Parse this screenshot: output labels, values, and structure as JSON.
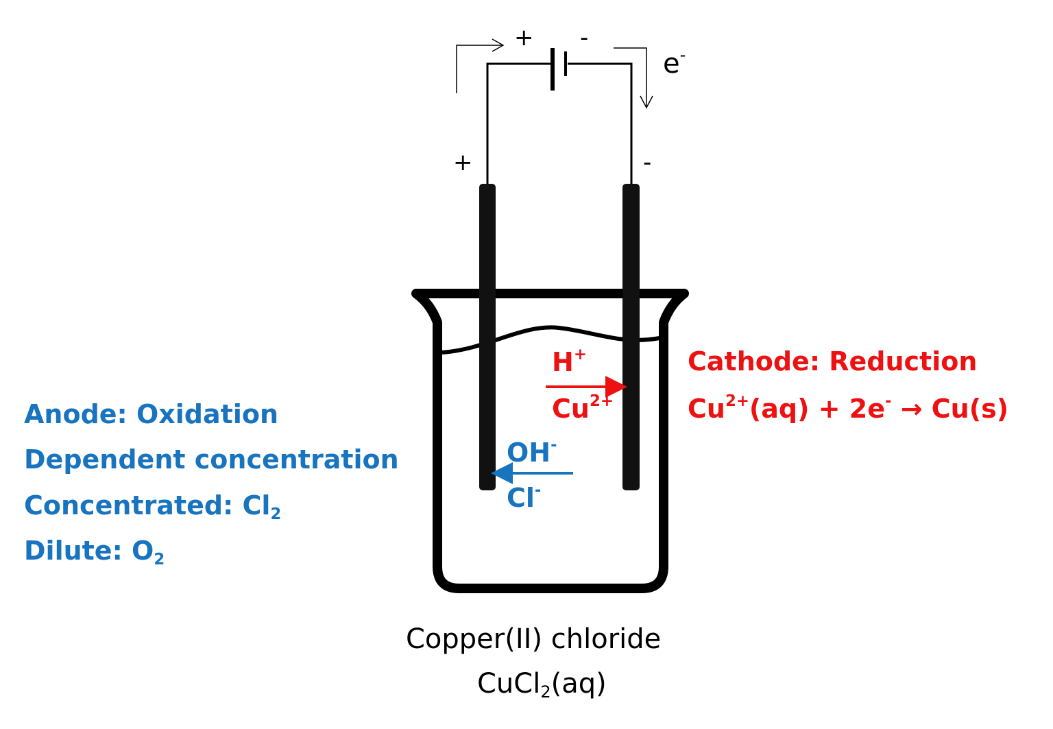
{
  "battery": {
    "plus": "+",
    "minus": "-"
  },
  "electron_label": {
    "base": "e",
    "sup": "-"
  },
  "electrodes": {
    "left_sign": "+",
    "right_sign": "-"
  },
  "ions_cathode": {
    "top": {
      "base": "H",
      "sup": "+"
    },
    "bottom": {
      "base": "Cu",
      "sup": "2+"
    }
  },
  "ions_anode": {
    "top": {
      "base": "OH",
      "sup": "-"
    },
    "bottom": {
      "base": "Cl",
      "sup": "-"
    }
  },
  "anode_text": {
    "title": "Anode: Oxidation",
    "line2": "Dependent concentration",
    "line3_base": "Concentrated: Cl",
    "line3_sub": "2",
    "line4_base": "Dilute: O",
    "line4_sub": "2"
  },
  "cathode_text": {
    "title": "Cathode: Reduction",
    "eq_a": "Cu",
    "eq_a_sup": "2+",
    "eq_b": "(aq) + 2e",
    "eq_b_sup": "-",
    "eq_arrow": "→",
    "eq_c": "Cu(s)"
  },
  "solution": {
    "name": "Copper(II) chloride",
    "formula_a": "CuCl",
    "formula_sub": "2",
    "formula_b": "(aq)"
  },
  "colors": {
    "anode": "#1874bf",
    "cathode": "#ee1111",
    "line": "#000000"
  }
}
